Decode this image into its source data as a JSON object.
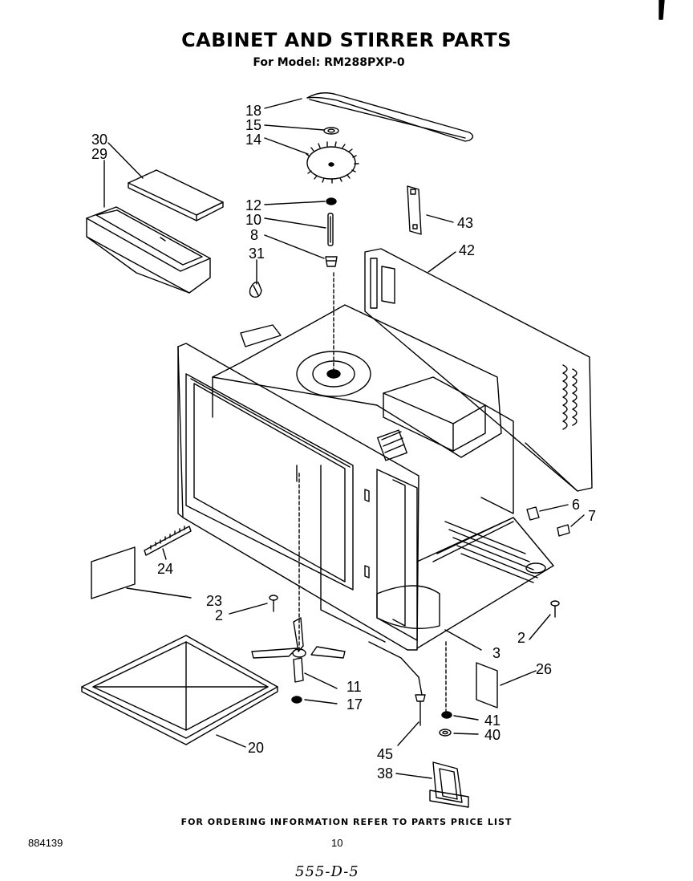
{
  "header": {
    "title": "CABINET AND STIRRER PARTS",
    "subtitle": "For Model: RM288PXP-0"
  },
  "callouts": [
    "18",
    "15",
    "14",
    "30",
    "29",
    "12",
    "10",
    "8",
    "31",
    "43",
    "42",
    "6",
    "7",
    "24",
    "23",
    "2",
    "2",
    "3",
    "26",
    "11",
    "17",
    "41",
    "40",
    "20",
    "45",
    "38"
  ],
  "footer": {
    "note": "FOR ORDERING INFORMATION REFER TO PARTS PRICE LIST",
    "doc_number": "884139",
    "page_number": "10",
    "handwritten": "555-D-5"
  }
}
